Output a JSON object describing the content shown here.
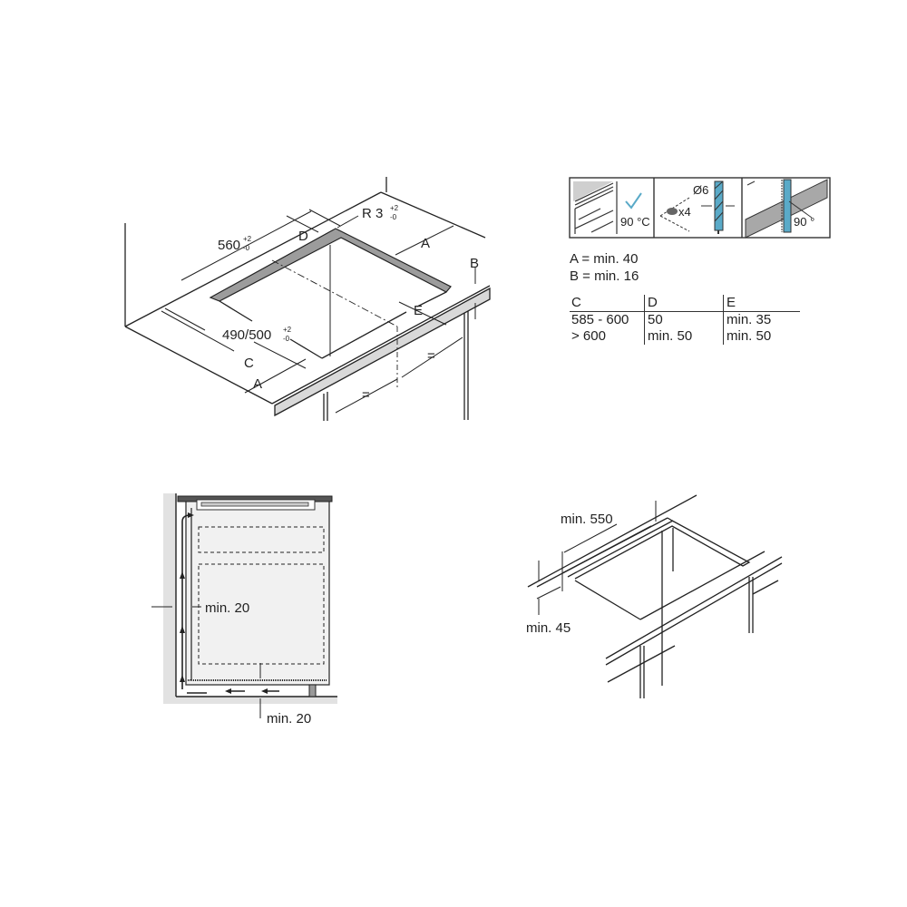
{
  "top_left_drawing": {
    "dim_depth": "560",
    "dim_depth_tol_plus": "+2",
    "dim_depth_tol_minus": "-0",
    "dim_radius": "R 3",
    "dim_radius_tol_plus": "+2",
    "dim_radius_tol_minus": "-0",
    "dim_width": "490/500",
    "dim_width_tol_plus": "+2",
    "dim_width_tol_minus": "-0",
    "label_a1": "A",
    "label_a2": "A",
    "label_b": "B",
    "label_c": "C",
    "label_d": "D",
    "label_e": "E",
    "equal_1": "=",
    "equal_2": "="
  },
  "icon_strip": {
    "panel1_temp": "90 °C",
    "panel2_diameter": "Ø6",
    "panel2_count": "x4",
    "panel3_angle": "90 °",
    "accent_color": "#5aaac8",
    "gray_color": "#a8a8a8"
  },
  "spec_table": {
    "line_a": "A = min. 40",
    "line_b": "B = min. 16",
    "headers": [
      "C",
      "D",
      "E"
    ],
    "rows": [
      [
        "585 - 600",
        "50",
        "min. 35"
      ],
      [
        "> 600",
        "min. 50",
        "min. 50"
      ]
    ]
  },
  "side_section": {
    "gap_side": "min. 20",
    "gap_bottom": "min. 20"
  },
  "bottom_right_drawing": {
    "dim_min_width": "min. 550",
    "dim_min_front": "min. 45"
  }
}
